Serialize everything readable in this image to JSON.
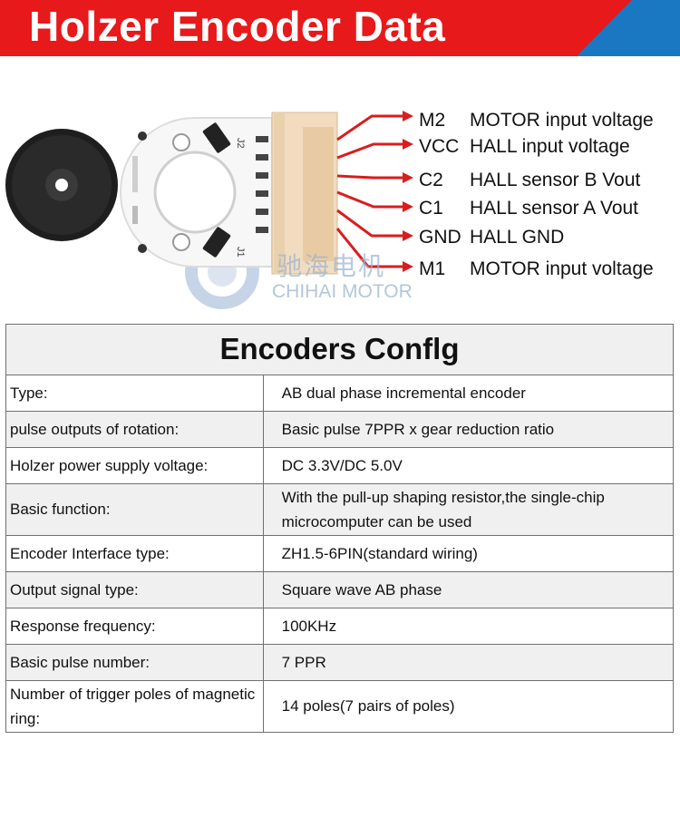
{
  "banner": {
    "title": "Holzer Encoder Data"
  },
  "pins": [
    {
      "code": "M2",
      "desc": "MOTOR input voltage"
    },
    {
      "code": "VCC",
      "desc": "HALL input voltage"
    },
    {
      "code": "C2",
      "desc": "HALL sensor B Vout"
    },
    {
      "code": "C1",
      "desc": "HALL sensor  A Vout"
    },
    {
      "code": "GND",
      "desc": "HALL  GND"
    },
    {
      "code": "M1",
      "desc": "MOTOR input voltage"
    }
  ],
  "watermark": {
    "cn": "驰海电机",
    "en": "CHIHAI MOTOR"
  },
  "board_marks": {
    "j1": "J1",
    "j2": "J2"
  },
  "table": {
    "title": "Encoders Conflg",
    "rows": [
      {
        "label": "Type:",
        "value": "AB dual phase incremental encoder"
      },
      {
        "label": "pulse outputs of rotation:",
        "value": "Basic pulse 7PPR x gear reduction ratio"
      },
      {
        "label": "Holzer power supply voltage:",
        "value": "DC 3.3V/DC 5.0V"
      },
      {
        "label": "Basic function:",
        "value": "With the pull-up shaping resistor,the single-chip microcomputer can be used"
      },
      {
        "label": "Encoder Interface type:",
        "value": "ZH1.5-6PIN(standard wiring)"
      },
      {
        "label": "Output signal type:",
        "value": "Square wave AB phase"
      },
      {
        "label": "Response frequency:",
        "value": "100KHz"
      },
      {
        "label": "Basic pulse number:",
        "value": "7 PPR"
      },
      {
        "label": "Number of trigger poles of magnetic ring:",
        "value": "14 poles(7 pairs of poles)"
      }
    ]
  },
  "colors": {
    "banner_red": "#e7191b",
    "banner_blue": "#1a78c2",
    "arrow_red": "#d91d1d",
    "connector": "#f2dcc0"
  }
}
